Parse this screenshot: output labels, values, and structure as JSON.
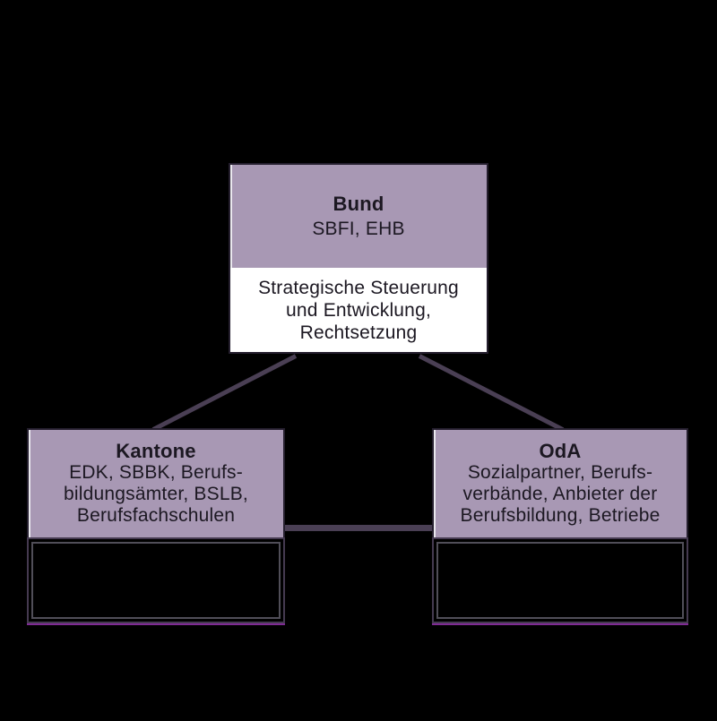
{
  "diagram": {
    "background": "#000000",
    "nodes": {
      "bund": {
        "title": "Bund",
        "subtitle": "SBFI, EHB",
        "body": "Strategische Steuerung\nund Entwicklung,\nRechtsetzung"
      },
      "kantone": {
        "title": "Kantone",
        "subtitle": "EDK, SBBK, Berufs-\nbildungsämter, BSLB,\nBerufsfachschulen"
      },
      "oda": {
        "title": "OdA",
        "subtitle": "Sozialpartner, Berufs-\nverbände, Anbieter der\nBerufsbildung, Betriebe"
      }
    },
    "edges": [
      {
        "from": "bund",
        "to": "kantone"
      },
      {
        "from": "bund",
        "to": "oda"
      },
      {
        "from": "kantone",
        "to": "oda"
      }
    ],
    "colors": {
      "header_fill": "#a898b4",
      "box_border_dark": "#251f2e",
      "body_background": "#ffffff",
      "text": "#1c1822",
      "connector": "#4a3f54",
      "empty_box_border": "#453a50",
      "empty_box_inner_border": "#504e58",
      "accent_underline": "#7f2b94",
      "light_edge": "#eae8ee"
    }
  }
}
